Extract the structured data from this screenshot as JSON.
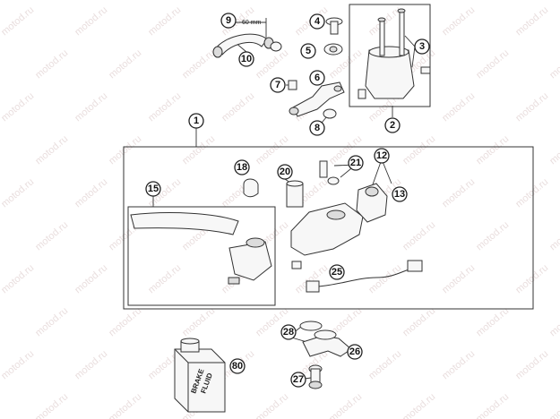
{
  "dimension_label": "60 mm",
  "watermark": "motod.ru",
  "can_label_line1": "BRAKE",
  "can_label_line2": "FLUID",
  "callouts": [
    "1",
    "2",
    "3",
    "4",
    "5",
    "6",
    "7",
    "8",
    "9",
    "10",
    "12",
    "13",
    "15",
    "18",
    "20",
    "21",
    "25",
    "26",
    "27",
    "28",
    "80"
  ]
}
